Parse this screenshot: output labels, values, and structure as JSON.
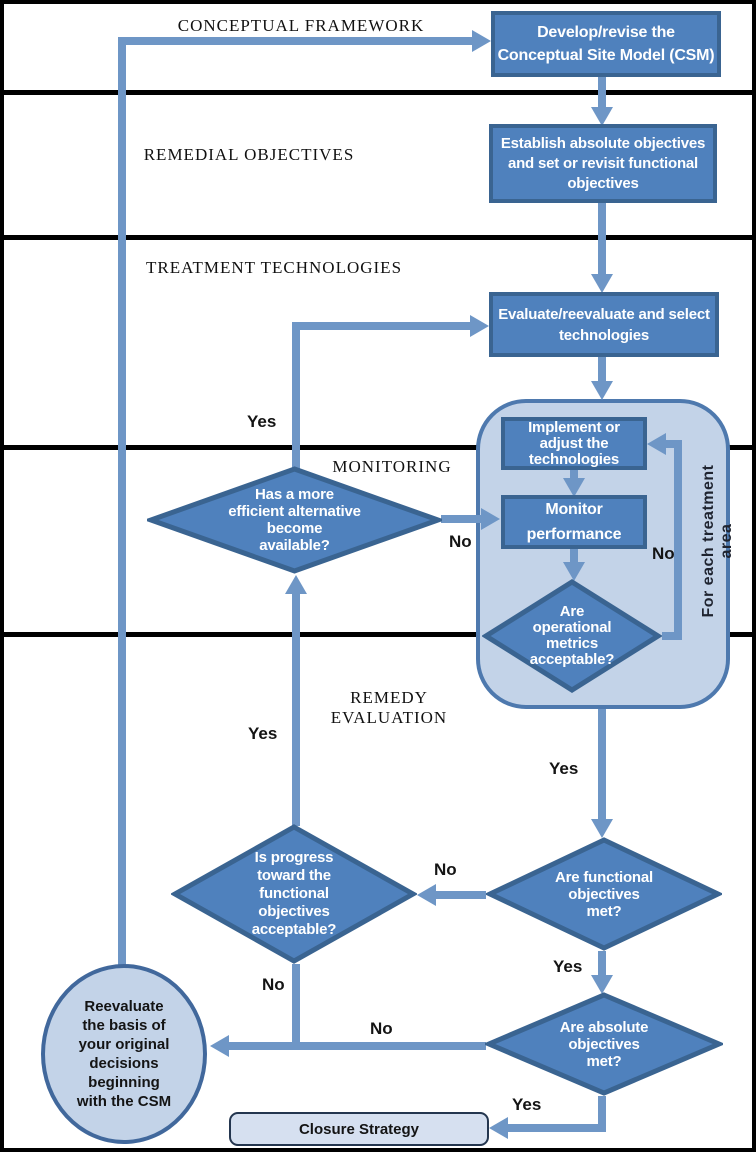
{
  "bands": [
    {
      "label": "CONCEPTUAL FRAMEWORK"
    },
    {
      "label": "REMEDIAL OBJECTIVES"
    },
    {
      "label": "TREATMENT TECHNOLOGIES"
    },
    {
      "label": "MONITORING"
    },
    {
      "label": "REMEDY\nEVALUATION"
    }
  ],
  "nodes": {
    "csm": "Develop/revise the\nConceptual Site Model (CSM)",
    "objectives": "Establish absolute objectives\nand set or revisit functional\nobjectives",
    "evaluate": "Evaluate/reevaluate and select\ntechnologies",
    "implement": "Implement or\nadjust the\ntechnologies",
    "monitor": "Monitor\nperformance",
    "op_metrics": "Are\noperational\nmetrics\nacceptable?",
    "has_more": "Has a more\nefficient alternative\nbecome\navailable?",
    "is_progress": "Is progress\ntoward the\nfunctional\nobjectives\nacceptable?",
    "functional_met": "Are functional\nobjectives\nmet?",
    "absolute_met": "Are absolute\nobjectives\nmet?",
    "reevaluate": "Reevaluate\nthe basis of\nyour original\ndecisions\nbeginning\nwith the CSM",
    "closure": "Closure Strategy"
  },
  "loop_label": "For each treatment area",
  "labels": {
    "yes": "Yes",
    "no": "No"
  },
  "colors": {
    "shape_fill": "#4F81BD",
    "shape_border": "#3A6491",
    "connector": "#6E96C6",
    "container_fill": "#C3D3E8",
    "container_border": "#4E79AE",
    "closure_fill": "#D6E0F0",
    "closure_border": "#24364F",
    "band_line": "#000000",
    "shape_text": "#FFFFFF",
    "label_text": "#141414"
  }
}
